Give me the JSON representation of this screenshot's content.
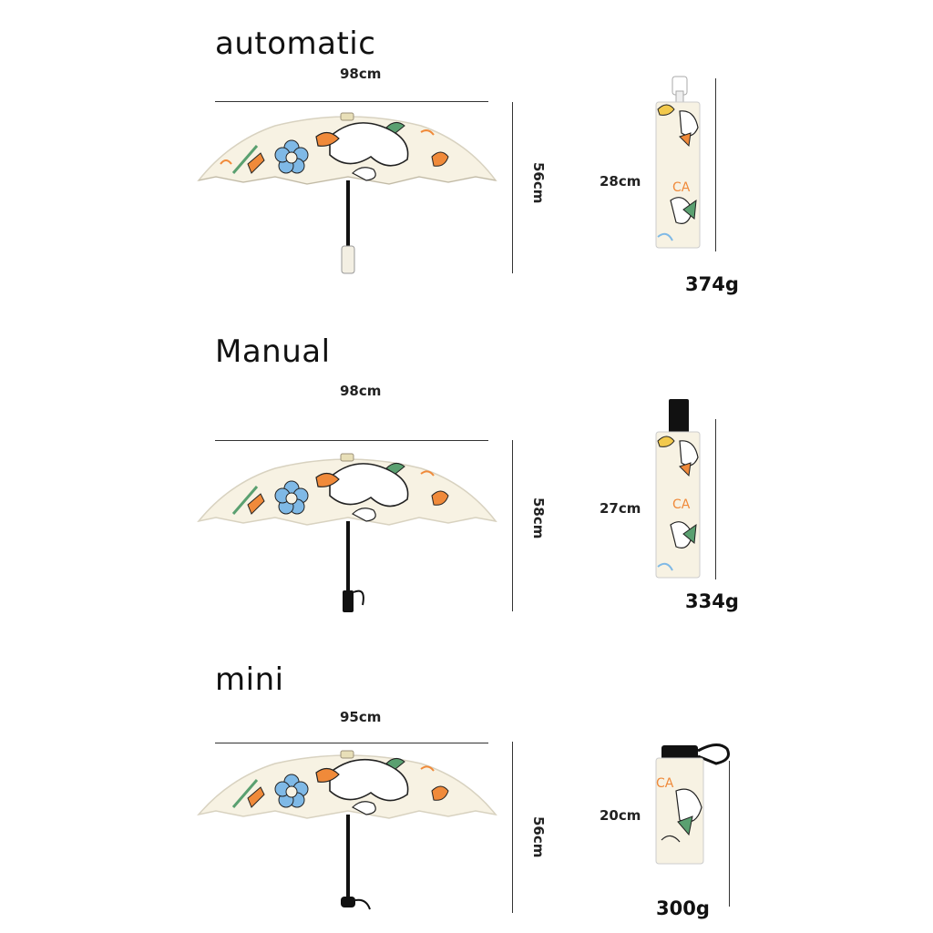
{
  "sections": [
    {
      "title": "automatic",
      "open_width": "98cm",
      "open_height": "56cm",
      "folded_length": "28cm",
      "weight": "374g"
    },
    {
      "title": "Manual",
      "open_width": "98cm",
      "open_height": "58cm",
      "folded_length": "27cm",
      "weight": "334g"
    },
    {
      "title": "mini",
      "open_width": "95cm",
      "open_height": "56cm",
      "folded_length": "20cm",
      "weight": "300g"
    }
  ],
  "colors": {
    "canopy": "#f7f2e3",
    "outline": "#222222",
    "orange": "#f08a3a",
    "blue": "#7fb9e6",
    "green": "#5aa070",
    "handle_white": "#f3efe3",
    "handle_black": "#111111"
  }
}
